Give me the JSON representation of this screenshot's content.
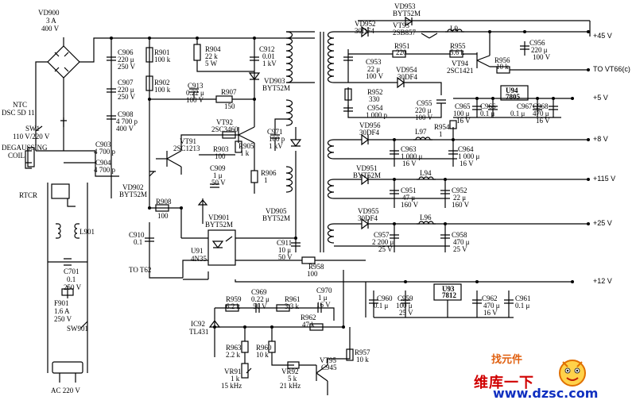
{
  "components": {
    "vd900": [
      "VD900",
      "3 A",
      "400 V"
    ],
    "ntc": [
      "NTC",
      "DSC 5D 11"
    ],
    "sw1": [
      "SW1",
      "110 V/220 V"
    ],
    "degauss": [
      "DEGAUSSING",
      "COIL"
    ],
    "rtcr": [
      "RTCR"
    ],
    "l901": [
      "L901"
    ],
    "c701": [
      "C701",
      "0.1",
      "250 V"
    ],
    "f901": [
      "F901",
      "1.6 A",
      "250 V"
    ],
    "sw901": [
      "SW901"
    ],
    "ac": [
      "AC 220 V"
    ],
    "c906": [
      "C906",
      "220 μ",
      "250 V"
    ],
    "c907": [
      "C907",
      "220 μ",
      "250 V"
    ],
    "c908": [
      "C908",
      "4 700 p",
      "400 V"
    ],
    "c903": [
      "C903",
      "4 700 p"
    ],
    "c904": [
      "C904",
      "4 700 p"
    ],
    "r901": [
      "R901",
      "100 k"
    ],
    "r902": [
      "R902",
      "100 k"
    ],
    "r904": [
      "R904",
      "22 k",
      "5 W"
    ],
    "c912": [
      "C912",
      "0.01",
      "1 kV"
    ],
    "c913": [
      "C913",
      "0.22 μ",
      "100 V"
    ],
    "r907": [
      "R907",
      "150"
    ],
    "vd903": [
      "VD903",
      "BYT52M"
    ],
    "vt92": [
      "VT92",
      "2SC3460"
    ],
    "c971": [
      "C971",
      "100 p",
      "1 kV"
    ],
    "vt91": [
      "VT91",
      "2SC1213"
    ],
    "r903": [
      "R903",
      "100"
    ],
    "r905": [
      "R905",
      "1 k"
    ],
    "c909": [
      "C909",
      "1 μ",
      "50 V"
    ],
    "r906": [
      "R906",
      "1"
    ],
    "vd902": [
      "VD902",
      "BYT52M"
    ],
    "r908": [
      "R908",
      "100"
    ],
    "vd901": [
      "VD901",
      "BYT52M"
    ],
    "c910": [
      "C910",
      "0.1"
    ],
    "vd905": [
      "VD905",
      "BYT52M"
    ],
    "c911": [
      "C911",
      "10 μ",
      "50 V"
    ],
    "u91": [
      "U91",
      "4N35"
    ],
    "to_t62": [
      "TO T62"
    ],
    "r958": [
      "R958",
      "100"
    ],
    "c969": [
      "C969",
      "0.22 μ",
      "50 V"
    ],
    "r959": [
      "R959",
      "6.2 k"
    ],
    "r961": [
      "R961",
      "3.3 k"
    ],
    "c970": [
      "C970",
      "1 μ",
      "16 V"
    ],
    "r962": [
      "R962",
      "47 k"
    ],
    "ic92": [
      "IC92",
      "TL431"
    ],
    "r963": [
      "R963",
      "2.2 k"
    ],
    "r960": [
      "R960",
      "10 k"
    ],
    "vr91": [
      "VR91",
      "1 k",
      "15 kHz"
    ],
    "vr92": [
      "VR92",
      "5 k",
      "21 kHz"
    ],
    "vt95": [
      "VT95",
      "C945"
    ],
    "r957": [
      "R957",
      "10 k"
    ],
    "vd953": [
      "VD953",
      "BYT52M"
    ],
    "vd952": [
      "VD952",
      "30DF4"
    ],
    "vt93": [
      "VT93",
      "2SB857"
    ],
    "l9": [
      "L9"
    ],
    "c956": [
      "C956",
      "220 μ",
      "100 V"
    ],
    "c953": [
      "C953",
      "22 μ",
      "100 V"
    ],
    "r951": [
      "R951",
      "220"
    ],
    "r955": [
      "R955",
      "5.6 k"
    ],
    "vt94": [
      "VT94",
      "2SC1421"
    ],
    "r956": [
      "R956",
      "10 k"
    ],
    "vd954": [
      "VD954",
      "30DF4"
    ],
    "r952": [
      "R952",
      "330"
    ],
    "c954": [
      "C954",
      "1 000 p"
    ],
    "c955": [
      "C955",
      "220 μ",
      "100 V"
    ],
    "u94": [
      "U94",
      "7805"
    ],
    "c965": [
      "C965",
      "100 μ",
      "16 V"
    ],
    "c966": [
      "C966",
      "0.1 μ"
    ],
    "c967": [
      "C967",
      "0.1 μ"
    ],
    "c968": [
      "C968",
      "470 μ",
      "16 V"
    ],
    "vd956": [
      "VD956",
      "30DF4"
    ],
    "l97": [
      "L97"
    ],
    "r954": [
      "R954",
      "1"
    ],
    "c963": [
      "C963",
      "1 000 μ",
      "16 V"
    ],
    "c964": [
      "C964",
      "1 000 μ",
      "16 V"
    ],
    "vd951": [
      "VD951",
      "BYT52M"
    ],
    "l94": [
      "L94"
    ],
    "c951": [
      "C951",
      "47 μ",
      "160 V"
    ],
    "c952": [
      "C952",
      "22 μ",
      "160 V"
    ],
    "vd955": [
      "VD955",
      "30DF4"
    ],
    "l96": [
      "L96"
    ],
    "c957": [
      "C957",
      "2 200 μ",
      "25 V"
    ],
    "c958": [
      "C958",
      "470 μ",
      "25 V"
    ],
    "c960": [
      "C960",
      "0.1 μ"
    ],
    "c959": [
      "C959",
      "100 μ",
      "25 V"
    ],
    "u93": [
      "U93",
      "7812"
    ],
    "c962": [
      "C962",
      "470 μ",
      "16 V"
    ],
    "c961": [
      "C961",
      "0.1 μ"
    ]
  },
  "rails": {
    "p45": "+45 V",
    "vt66": "TO VT66(c)",
    "p5": "+5 V",
    "p8": "+8 V",
    "p115": "+115 V",
    "p25": "+25 V",
    "p12": "+12 V"
  },
  "watermark": {
    "brand": "维库一下",
    "site": "www.dzsc.com",
    "tag": "找元件"
  }
}
